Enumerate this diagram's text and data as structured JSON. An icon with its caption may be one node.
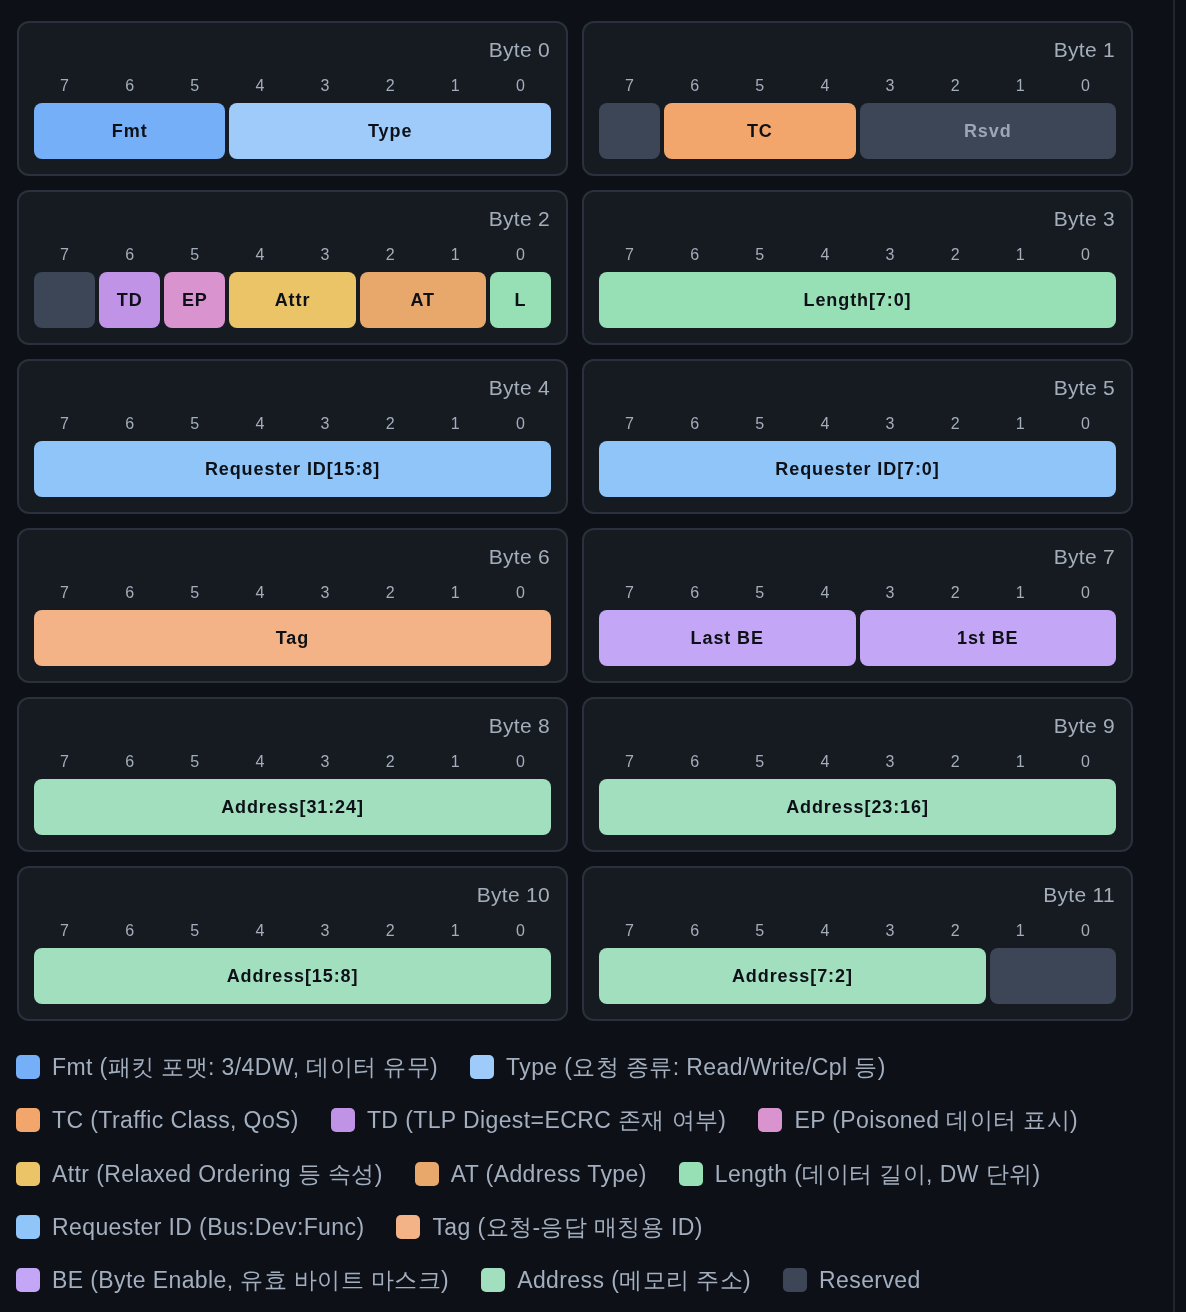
{
  "diagram": {
    "nodes": [
      {
        "text": [
          "Byte 0",
          "7",
          "6",
          "5",
          "4",
          "3",
          "2",
          "1",
          "0"
        ]
      },
      {
        "text": [
          "Fmt"
        ],
        "in": 0
      },
      {
        "text": [
          "Type"
        ],
        "in": 0
      },
      {
        "text": [
          "Byte 1",
          "7",
          "6",
          "5",
          "4",
          "3",
          "2",
          "1",
          "0"
        ]
      },
      {
        "text": [],
        "shape": "box",
        "in": 3
      },
      {
        "text": [
          "TC"
        ],
        "in": 3
      },
      {
        "text": [
          "Rsvd"
        ],
        "in": 3
      },
      {
        "text": [
          "Byte 2",
          "7",
          "6",
          "5",
          "4",
          "3",
          "2",
          "1",
          "0"
        ]
      },
      {
        "text": [],
        "shape": "box",
        "in": 7
      },
      {
        "text": [
          "TD"
        ],
        "in": 7
      },
      {
        "text": [
          "EP"
        ],
        "in": 7
      },
      {
        "text": [
          "Attr"
        ],
        "in": 7
      },
      {
        "text": [
          "AT"
        ],
        "in": 7
      },
      {
        "text": [
          "L"
        ],
        "in": 7
      },
      {
        "text": [
          "Byte 3",
          "7",
          "6",
          "5",
          "4",
          "3",
          "2",
          "1",
          "0"
        ]
      },
      {
        "text": [
          "Length[7:0]"
        ],
        "in": 14
      },
      {
        "text": [
          "Byte 4",
          "7",
          "6",
          "5",
          "4",
          "3",
          "2",
          "1",
          "0"
        ]
      },
      {
        "text": [
          "Requester ID[15:8]"
        ],
        "in": 16
      },
      {
        "text": [
          "Byte 5",
          "7",
          "6",
          "5",
          "4",
          "3",
          "2",
          "1",
          "0"
        ]
      },
      {
        "text": [
          "Requester ID[7:0]"
        ],
        "in": 18
      },
      {
        "text": [
          "Byte 6",
          "7",
          "6",
          "5",
          "4",
          "3",
          "2",
          "1",
          "0"
        ]
      },
      {
        "text": [
          "Tag"
        ],
        "in": 20
      },
      {
        "text": [
          "Byte 7",
          "7",
          "6",
          "5",
          "4",
          "3",
          "2",
          "1",
          "0"
        ]
      },
      {
        "text": [
          "Last BE"
        ],
        "in": 22
      },
      {
        "text": [
          "1st BE"
        ],
        "in": 22
      },
      {
        "text": [
          "Byte 8",
          "7",
          "6",
          "5",
          "4",
          "3",
          "2",
          "1",
          "0"
        ]
      },
      {
        "text": [
          "Address[31:24]"
        ],
        "in": 25
      },
      {
        "text": [
          "Byte 9",
          "7",
          "6",
          "5",
          "4",
          "3",
          "2",
          "1",
          "0"
        ]
      },
      {
        "text": [
          "Address[23:16]"
        ],
        "in": 27
      },
      {
        "text": [
          "Byte 10",
          "7",
          "6",
          "5",
          "4",
          "3",
          "2",
          "1",
          "0"
        ]
      },
      {
        "text": [
          "Address[15:8]"
        ],
        "in": 29
      },
      {
        "text": [
          "Byte 11",
          "7",
          "6",
          "5",
          "4",
          "3",
          "2",
          "1",
          "0"
        ]
      },
      {
        "text": [
          "Address[7:2]"
        ],
        "in": 31
      },
      {
        "text": [],
        "shape": "box",
        "in": 31
      }
    ],
    "legend": [
      {
        "text": "Fmt (패킷 포맷: 3/4DW, 데이터 유무)",
        "color": "#74aff8"
      },
      {
        "text": "Type (요청 종류: Read/Write/Cpl 등)",
        "color": "#9ecbfa"
      },
      {
        "text": "TC (Traffic Class, QoS)",
        "color": "#f2a66c"
      },
      {
        "text": "TD (TLP Digest=ECRC 존재 여부)",
        "color": "#c093e6"
      },
      {
        "text": "EP (Poisoned 데이터 표시)",
        "color": "#d994d0"
      },
      {
        "text": "Attr (Relaxed Ordering 등 속성)",
        "color": "#ebc467"
      },
      {
        "text": "AT (Address Type)",
        "color": "#e8a86c"
      },
      {
        "text": "Length (데이터 길이, DW 단위)",
        "color": "#97dfb4"
      },
      {
        "text": "Requester ID (Bus:Dev:Func)",
        "color": "#8fc5f8"
      },
      {
        "text": "Tag (요청-응답 매칭용 ID)",
        "color": "#f3b386"
      },
      {
        "text": "BE (Byte Enable, 유효 바이트 마스크)",
        "color": "#c4a6f7"
      },
      {
        "text": "Address (메모리 주소)",
        "color": "#a1dfbf"
      },
      {
        "text": "Reserved",
        "color": "#3d4656"
      }
    ]
  }
}
